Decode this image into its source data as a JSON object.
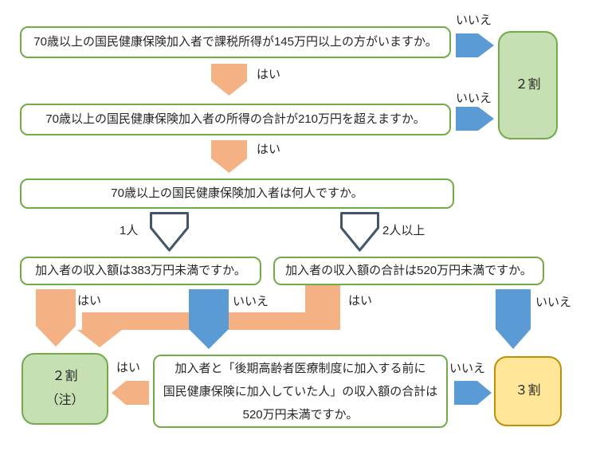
{
  "palette": {
    "box_border_green": "#70AD47",
    "result_green_fill": "#C6E0B4",
    "result_yellow_fill": "#FFE699",
    "result_yellow_border": "#BF9000",
    "arrow_orange": "#F4B183",
    "arrow_blue": "#5B9BD5",
    "outline_arrow_stroke": "#44546A",
    "text": "#262626"
  },
  "nodes": {
    "q1": "70歳以上の国民健康保険加入者で課税所得が145万円以上の方がいますか。",
    "q2": "70歳以上の国民健康保険加入者の所得の合計が210万円を超えますか。",
    "q3": "70歳以上の国民健康保険加入者は何人ですか。",
    "q4": "加入者の収入額は383万円未満ですか。",
    "q5": "加入者の収入額の合計は520万円未満ですか。",
    "q6_lines": [
      "加入者と「後期高齢者医療制度に加入する前に",
      "国民健康保険に加入していた人」の収入額の合計は",
      "520万円未満ですか。"
    ],
    "result_2wari": "２割",
    "result_2wari_note_lines": [
      "２割",
      "（注）"
    ],
    "result_3wari": "３割"
  },
  "labels": {
    "yes": "はい",
    "no": "いいえ",
    "one_person": "1人",
    "two_or_more": "2人以上"
  }
}
